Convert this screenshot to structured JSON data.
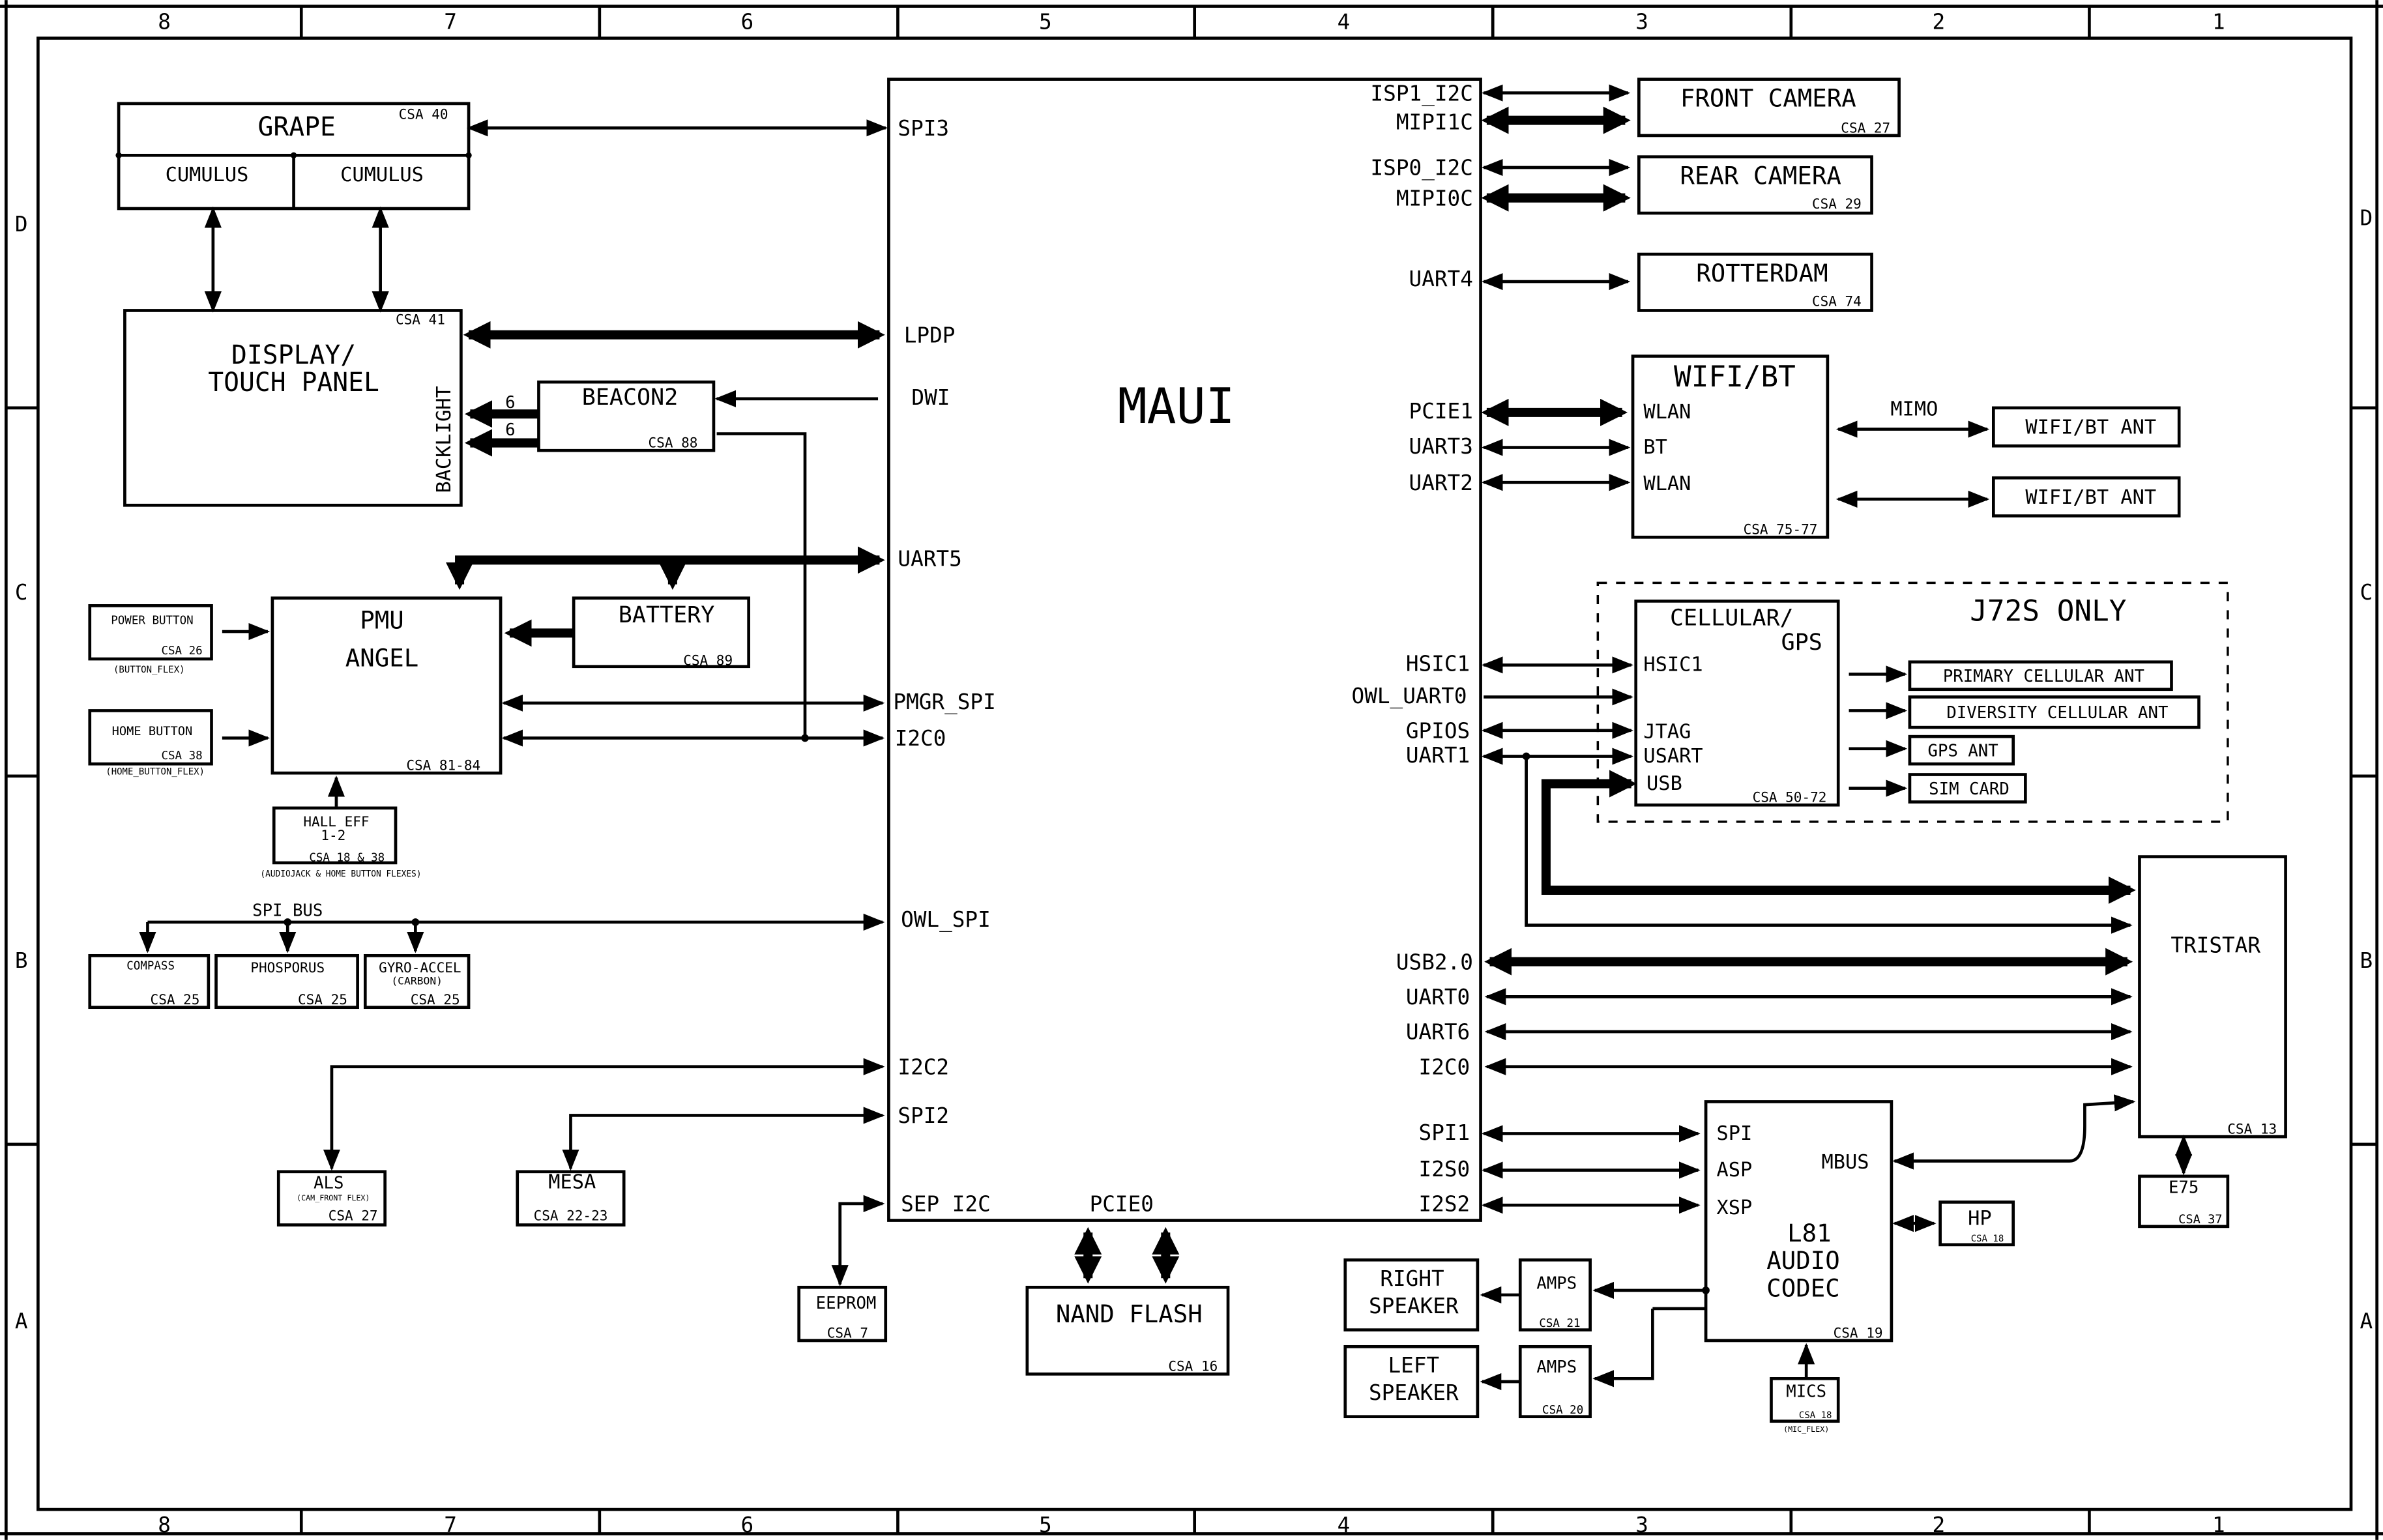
{
  "frame": {
    "top_cols": [
      "8",
      "7",
      "6",
      "5",
      "4",
      "3",
      "2",
      "1"
    ],
    "bottom_cols": [
      "8",
      "7",
      "6",
      "5",
      "4",
      "3",
      "2",
      "1"
    ],
    "left_rows": [
      "D",
      "C",
      "B",
      "A"
    ],
    "right_rows": [
      "D",
      "C",
      "B",
      "A"
    ]
  },
  "blocks": {
    "maui": {
      "title": "MAUI"
    },
    "grape": {
      "title": "GRAPE",
      "csa": "CSA 40",
      "cumulus_left": "CUMULUS",
      "cumulus_right": "CUMULUS"
    },
    "display": {
      "line1": "DISPLAY/",
      "line2": "TOUCH PANEL",
      "backlight": "BACKLIGHT",
      "csa": "CSA 41"
    },
    "beacon2": {
      "title": "BEACON2",
      "csa": "CSA 88",
      "bus_a": "6",
      "bus_b": "6"
    },
    "pmu": {
      "line1": "PMU",
      "line2": "ANGEL",
      "csa": "CSA 81-84"
    },
    "battery": {
      "title": "BATTERY",
      "csa": "CSA 89"
    },
    "power_button": {
      "title": "POWER BUTTON",
      "csa": "CSA 26",
      "sub": "(BUTTON_FLEX)"
    },
    "home_button": {
      "title": "HOME BUTTON",
      "csa": "CSA 38",
      "sub": "(HOME_BUTTON_FLEX)"
    },
    "hall": {
      "line1": "HALL EFF",
      "line2": "1-2",
      "csa": "CSA 18 & 38",
      "sub": "(AUDIOJACK & HOME BUTTON FLEXES)"
    },
    "compass": {
      "title": "COMPASS",
      "csa": "CSA 25"
    },
    "phosporus": {
      "title": "PHOSPORUS",
      "csa": "CSA 25"
    },
    "gyro": {
      "title": "GYRO-ACCEL",
      "sub": "(CARBON)",
      "csa": "CSA 25"
    },
    "spi_bus_label": "SPI BUS",
    "als": {
      "title": "ALS",
      "sub": "(CAM_FRONT FLEX)",
      "csa": "CSA 27"
    },
    "mesa": {
      "title": "MESA",
      "csa": "CSA 22-23"
    },
    "eeprom": {
      "title": "EEPROM",
      "csa": "CSA 7"
    },
    "nand": {
      "title": "NAND FLASH",
      "csa": "CSA 16"
    },
    "front_camera": {
      "title": "FRONT CAMERA",
      "csa": "CSA 27"
    },
    "rear_camera": {
      "title": "REAR CAMERA",
      "csa": "CSA 29"
    },
    "rotterdam": {
      "title": "ROTTERDAM",
      "csa": "CSA 74"
    },
    "wifi": {
      "title": "WIFI/BT",
      "p1": "WLAN",
      "p2": "BT",
      "p3": "WLAN",
      "csa": "CSA 75-77",
      "mimo": "MIMO"
    },
    "wifi_ant_1": {
      "title": "WIFI/BT ANT"
    },
    "wifi_ant_2": {
      "title": "WIFI/BT ANT"
    },
    "j72s_label": "J72S ONLY",
    "cellular": {
      "line1": "CELLULAR/",
      "line2": "GPS",
      "p1": "HSIC1",
      "p2": "JTAG",
      "p3": "USART",
      "p4": "USB",
      "csa": "CSA 50-72"
    },
    "primary_ant": {
      "title": "PRIMARY CELLULAR ANT"
    },
    "diversity_ant": {
      "title": "DIVERSITY CELLULAR ANT"
    },
    "gps_ant": {
      "title": "GPS ANT"
    },
    "sim_card": {
      "title": "SIM CARD"
    },
    "tristar": {
      "title": "TRISTAR",
      "csa": "CSA 13"
    },
    "e75": {
      "title": "E75",
      "csa": "CSA 37"
    },
    "codec": {
      "line1": "L81",
      "line2": "AUDIO",
      "line3": "CODEC",
      "p1": "SPI",
      "p2": "ASP",
      "p3": "XSP",
      "mbus": "MBUS",
      "csa": "CSA 19"
    },
    "hp": {
      "title": "HP",
      "csa": "CSA 18"
    },
    "right_speaker": {
      "line1": "RIGHT",
      "line2": "SPEAKER"
    },
    "left_speaker": {
      "line1": "LEFT",
      "line2": "SPEAKER"
    },
    "amps_1": {
      "title": "AMPS",
      "csa": "CSA 21"
    },
    "amps_2": {
      "title": "AMPS",
      "csa": "CSA 20"
    },
    "mics": {
      "title": "MICS",
      "csa": "CSA 18",
      "sub": "(MIC_FLEX)"
    }
  },
  "maui_pins": {
    "spi3": "SPI3",
    "lpdp": "LPDP",
    "dwi": "DWI",
    "uart5": "UART5",
    "pmgr_spi": "PMGR_SPI",
    "i2c0_left": "I2C0",
    "owl_spi": "OWL_SPI",
    "i2c2": "I2C2",
    "spi2": "SPI2",
    "sep_i2c": "SEP I2C",
    "pcie0": "PCIE0",
    "isp1_i2c": "ISP1_I2C",
    "mipi1c": "MIPI1C",
    "isp0_i2c": "ISP0_I2C",
    "mipi0c": "MIPI0C",
    "uart4": "UART4",
    "pcie1": "PCIE1",
    "uart3": "UART3",
    "uart2": "UART2",
    "hsic1": "HSIC1",
    "owl_uart0": "OWL_UART0",
    "gpios": "GPIOS",
    "uart1": "UART1",
    "usb20": "USB2.0",
    "uart0": "UART0",
    "uart6": "UART6",
    "i2c0_right": "I2C0",
    "spi1": "SPI1",
    "i2s0": "I2S0",
    "i2s2": "I2S2"
  }
}
